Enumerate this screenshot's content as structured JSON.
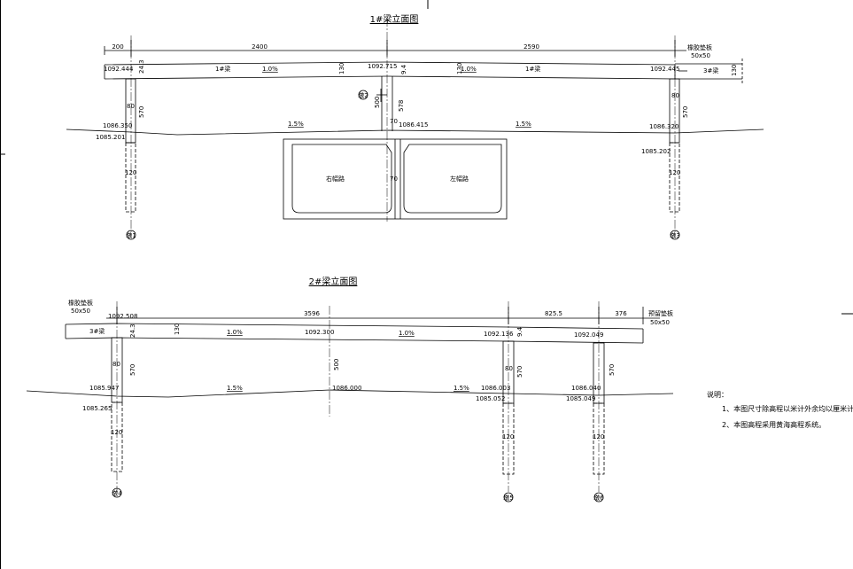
{
  "drawing1": {
    "title": "1#梁立面图",
    "dim_left": "200",
    "dim_span1": "2400",
    "dim_span2": "2590",
    "note_pad": "橡胶垫板",
    "note_pad_size": "50x50",
    "beam_label_a": "1#梁",
    "beam_label_b": "1#梁",
    "beam_label_c": "3#梁",
    "slope_top_a": "1.0%",
    "slope_top_b": "1.0%",
    "slope_ground_a": "1.5%",
    "slope_ground_b": "1.5%",
    "elev_top_left": "1092.444",
    "elev_top_mid": "1092.715",
    "elev_top_right": "1092.445",
    "elev_gnd_left": "1086.350",
    "elev_pile_left": "1085.201",
    "elev_gnd_mid": "1086.415",
    "elev_gnd_right": "1086.320",
    "elev_pile_right": "1085.202",
    "dim_243_left": "24.3",
    "dim_130_left": "130",
    "dim_130_mid": "130",
    "dim_130_right": "130",
    "dim_94": "9.4",
    "dim_80_left": "80",
    "dim_570_left": "570",
    "dim_120_left": "120",
    "dim_500": "500",
    "dim_578": "578",
    "dim_70_top": "70",
    "dim_70_mid": "70",
    "dim_80_right": "80",
    "dim_570_right": "570",
    "dim_120_right": "120",
    "tunnel_right_label": "右幅路",
    "tunnel_left_label": "左幅路",
    "pier_left": "墩1",
    "pier_mid": "墩2",
    "pier_right": "墩3"
  },
  "drawing2": {
    "title": "2#梁立面图",
    "note_pad": "橡胶垫板",
    "note_pad_size": "50x50",
    "note_pad_right": "预留垫板",
    "note_pad_right_size": "50x50",
    "dim_span": "3596",
    "dim_825": "825.5",
    "dim_376": "376",
    "beam_label": "3#梁",
    "slope_top_a": "1.0%",
    "slope_top_b": "1.0%",
    "slope_ground_a": "1.5%",
    "slope_ground_b": "1.5%",
    "elev_top_left": "1092.508",
    "elev_top_mid": "1092.300",
    "elev_top_r1": "1092.136",
    "elev_top_r2": "1092.049",
    "elev_gnd_left": "1085.947",
    "elev_pile_left": "1085.265",
    "elev_gnd_mid": "1086.000",
    "elev_gnd_r1": "1086.003",
    "elev_pile_r1": "1085.052",
    "elev_gnd_r2": "1086.040",
    "elev_pile_r2": "1085.049",
    "dim_243": "24.3",
    "dim_130": "130",
    "dim_80_left": "80",
    "dim_570_left": "570",
    "dim_120_left": "120",
    "dim_500": "500",
    "dim_94": "9.4",
    "dim_80_r1": "80",
    "dim_570_r1": "570",
    "dim_120_r1": "120",
    "dim_570_r2": "570",
    "dim_120_r2": "120",
    "pier_a": "墩4",
    "pier_b": "墩5",
    "pier_c": "墩6"
  },
  "notes": {
    "heading": "说明：",
    "line1": "1、本图尺寸除高程以米计外余均以厘米计。",
    "line2": "2、本图高程采用黄海高程系统。"
  }
}
